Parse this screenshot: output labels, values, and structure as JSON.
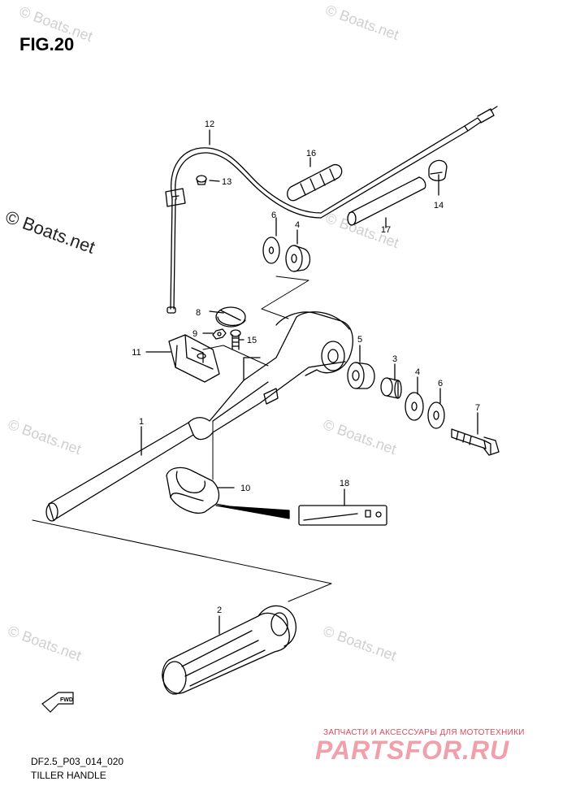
{
  "figure": {
    "title": "FIG.20",
    "code": "DF2.5_P03_014_020",
    "name": "TILLER HANDLE"
  },
  "watermark": {
    "text": "© Boats.net"
  },
  "brand": {
    "tagline": "ЗАПЧАСТИ И АКСЕССУАРЫ ДЛЯ МОТОТЕХНИКИ",
    "name": "PARTSFOR.RU"
  },
  "direction_badge": "FWD",
  "callouts": {
    "c1": "1",
    "c2": "2",
    "c3": "3",
    "c4a": "4",
    "c4b": "4",
    "c5": "5",
    "c6a": "6",
    "c6b": "6",
    "c7": "7",
    "c8": "8",
    "c9": "9",
    "c10": "10",
    "c11": "11",
    "c12": "12",
    "c13": "13",
    "c14": "14",
    "c15": "15",
    "c16": "16",
    "c17": "17",
    "c18": "18"
  }
}
